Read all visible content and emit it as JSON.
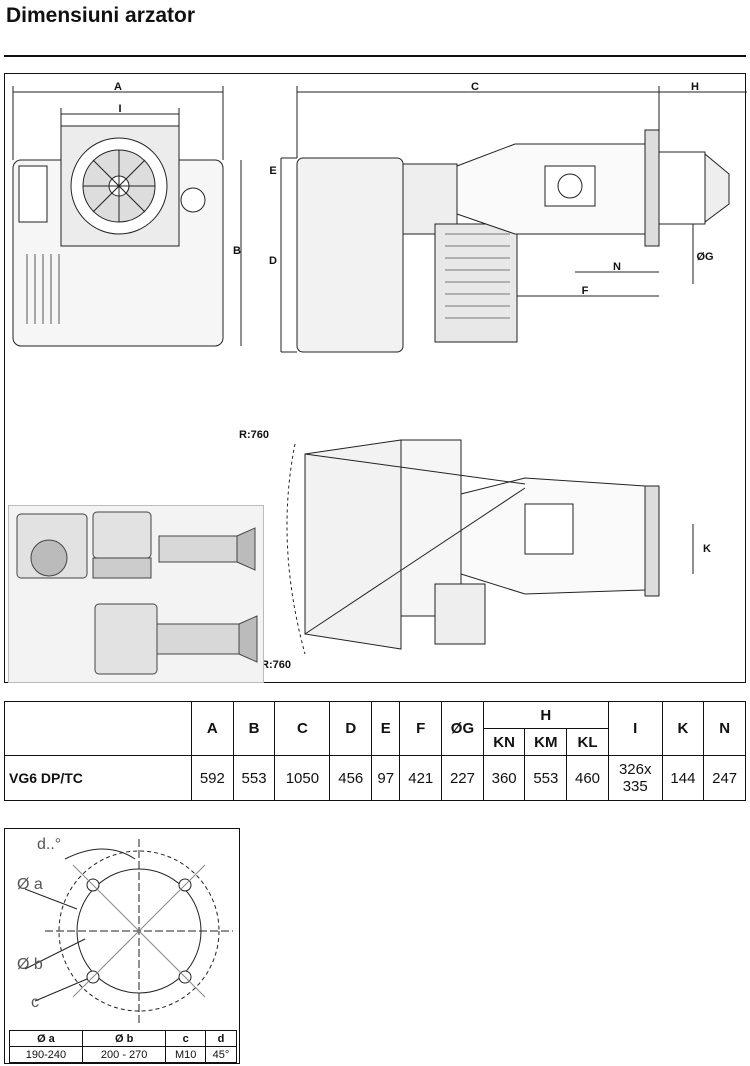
{
  "title": "Dimensiuni arzator",
  "drawing": {
    "labels": {
      "A": "A",
      "B": "B",
      "C": "C",
      "D": "D",
      "E": "E",
      "F": "F",
      "G": "ØG",
      "H": "H",
      "I": "I",
      "K": "K",
      "N": "N"
    },
    "radius_top": "R:760",
    "radius_bottom": "R:760"
  },
  "dimensions_table": {
    "headers": [
      "A",
      "B",
      "C",
      "D",
      "E",
      "F",
      "ØG",
      "H",
      "I",
      "K",
      "N"
    ],
    "h_subheaders": [
      "KN",
      "KM",
      "KL"
    ],
    "row": {
      "model": "VG6 DP/TC",
      "A": "592",
      "B": "553",
      "C": "1050",
      "D": "456",
      "E": "97",
      "F": "421",
      "G": "227",
      "KN": "360",
      "KM": "553",
      "KL": "460",
      "I_line1": "326x",
      "I_line2": "335",
      "K": "144",
      "N": "247"
    }
  },
  "flange": {
    "labels": {
      "d": "d..°",
      "a": "Ø a",
      "b": "Ø b",
      "c": "c"
    },
    "table": {
      "headers": [
        "Ø a",
        "Ø b",
        "c",
        "d"
      ],
      "values": [
        "190-240",
        "200 - 270",
        "M10",
        "45°"
      ]
    }
  }
}
